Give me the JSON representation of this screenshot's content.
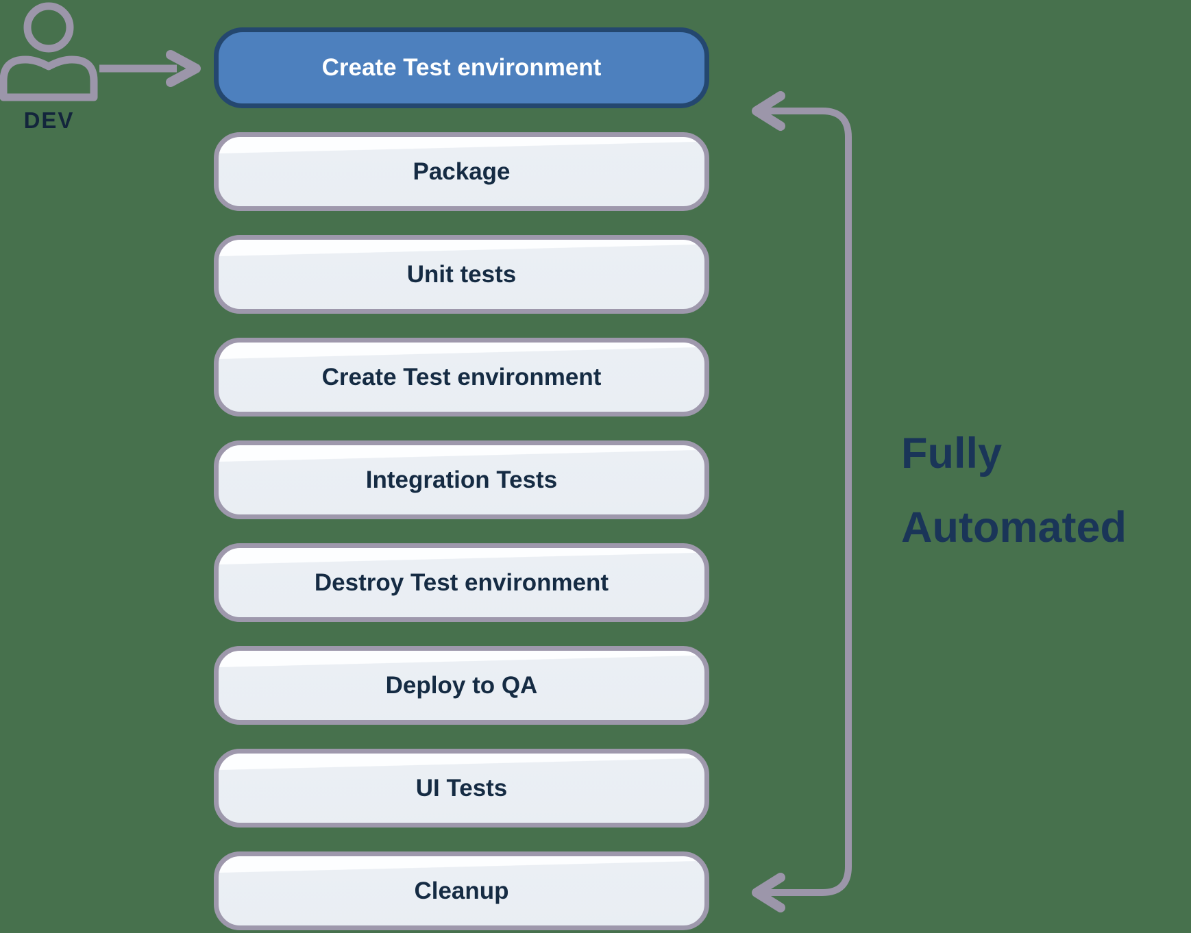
{
  "actor": {
    "label": "DEV",
    "icon": "person-icon"
  },
  "pipeline": {
    "steps": [
      {
        "label": "Create Test environment",
        "variant": "active"
      },
      {
        "label": "Package",
        "variant": "default"
      },
      {
        "label": "Unit tests",
        "variant": "default"
      },
      {
        "label": "Create Test environment",
        "variant": "default"
      },
      {
        "label": "Integration Tests",
        "variant": "default"
      },
      {
        "label": "Destroy Test environment",
        "variant": "default"
      },
      {
        "label": "Deploy to QA",
        "variant": "default"
      },
      {
        "label": "UI Tests",
        "variant": "default"
      },
      {
        "label": "Cleanup",
        "variant": "default"
      }
    ]
  },
  "annotation": {
    "line1": "Fully",
    "line2": "Automated"
  },
  "colors": {
    "background": "#47714D",
    "connector_gray": "#9C96AA",
    "box_border_gray": "#9E98AC",
    "box_fill_light": "#ECF0F5",
    "box_gloss_white": "#FDFEFF",
    "active_box_fill_blue": "#4D80BE",
    "active_box_border_navy": "#24476F",
    "text_navy": "#152B43",
    "annotation_navy": "#1A3558"
  }
}
